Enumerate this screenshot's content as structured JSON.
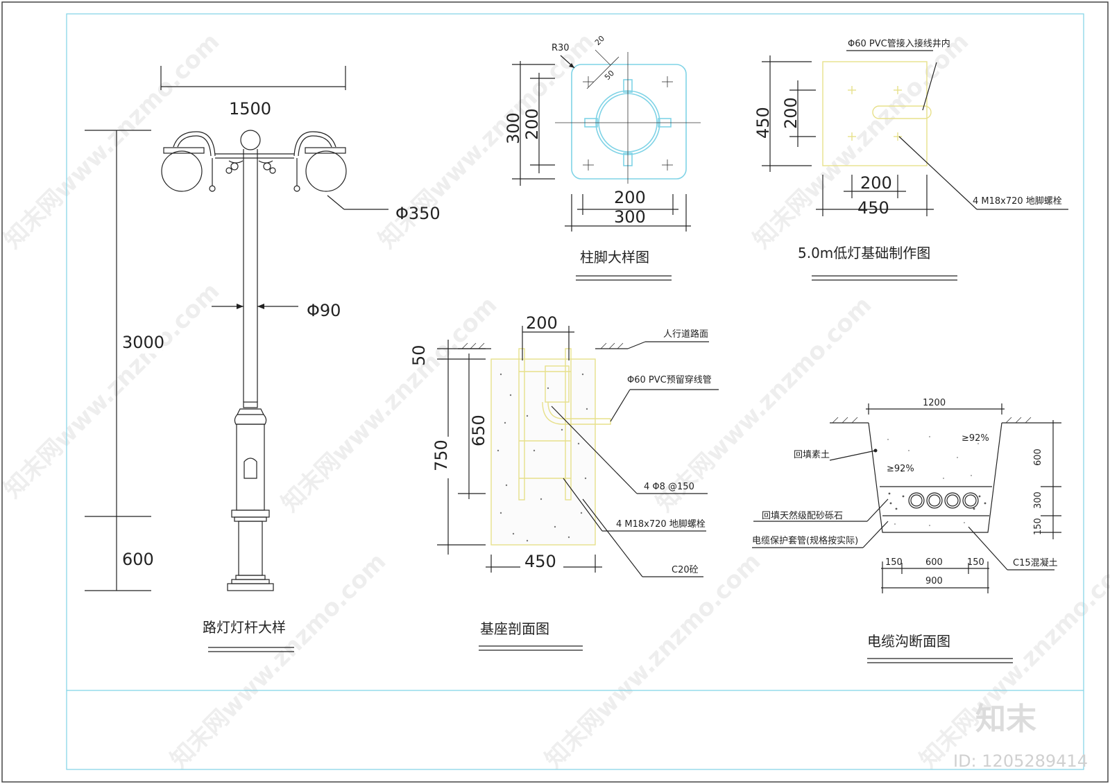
{
  "drawings": {
    "lamp_post": {
      "title": "路灯灯杆大样",
      "dim_width": "1500",
      "dim_globe": "Φ350",
      "dim_pole": "Φ90",
      "dim_upper": "3000",
      "dim_lower": "600"
    },
    "column_foot": {
      "title": "柱脚大样图",
      "r_label": "R30",
      "small_1": "20",
      "small_2": "50",
      "vdim_outer": "300",
      "vdim_inner": "200",
      "hdim_inner": "200",
      "hdim_outer": "300"
    },
    "foundation_plan": {
      "title": "5.0m低灯基础制作图",
      "pvc_label": "Φ60 PVC管接入接线井内",
      "bolt_label": "4 M18x720 地脚螺栓",
      "vdim_outer": "450",
      "vdim_inner": "200",
      "hdim_inner": "200",
      "hdim_outer": "450"
    },
    "base_section": {
      "title": "基座剖面图",
      "dim_top": "200",
      "dim_50": "50",
      "dim_650": "650",
      "dim_750": "750",
      "dim_bottom": "450",
      "label_road": "人行道路面",
      "label_pvc": "Φ60 PVC预留穿线管",
      "label_rebar": "4 Φ8 @150",
      "label_bolt": "4 M18x720 地脚螺栓",
      "label_concrete": "C20砼"
    },
    "cable_trench": {
      "title": "电缆沟断面图",
      "dim_top": "1200",
      "compaction_1": "≥92%",
      "compaction_2": "≥92%",
      "label_backfill": "回填素土",
      "label_gravel": "回填天然级配砂砾石",
      "label_conduit": "电缆保护套管(规格按实际)",
      "label_c15": "C15混凝土",
      "dim_600v": "600",
      "dim_300v": "300",
      "dim_150v": "150",
      "dim_150a": "150",
      "dim_600h": "600",
      "dim_150b": "150",
      "dim_900": "900"
    }
  },
  "brand": {
    "logo": "知末",
    "id_text": "ID: 1205289414",
    "watermark": "知末网www.znzmo.com"
  }
}
